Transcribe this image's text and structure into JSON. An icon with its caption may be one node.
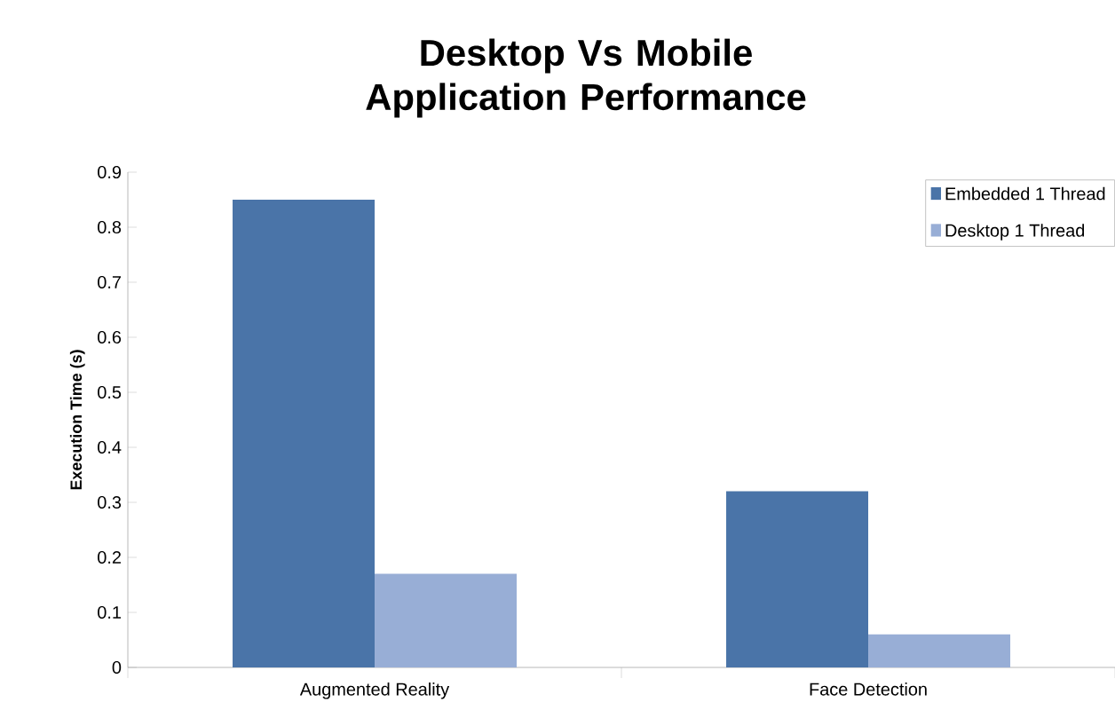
{
  "diagram": {
    "title": "Desktop Vs Mobile Application Performance",
    "chart_data": {
      "type": "bar",
      "ylabel": "Execution Time (s)",
      "categories": [
        "Augmented Reality",
        "Face Detection"
      ],
      "series": [
        {
          "name": "Embedded 1 Thread",
          "color": "#4a74a8",
          "values": [
            0.85,
            0.32
          ]
        },
        {
          "name": "Desktop 1 Thread",
          "color": "#98aed6",
          "values": [
            0.17,
            0.06
          ]
        }
      ],
      "legend": "upper right",
      "ylim": [
        0,
        0.9
      ],
      "yticks": [
        0,
        0.1,
        0.2,
        0.3,
        0.4,
        0.5,
        0.6,
        0.7,
        0.8,
        0.9
      ]
    }
  }
}
